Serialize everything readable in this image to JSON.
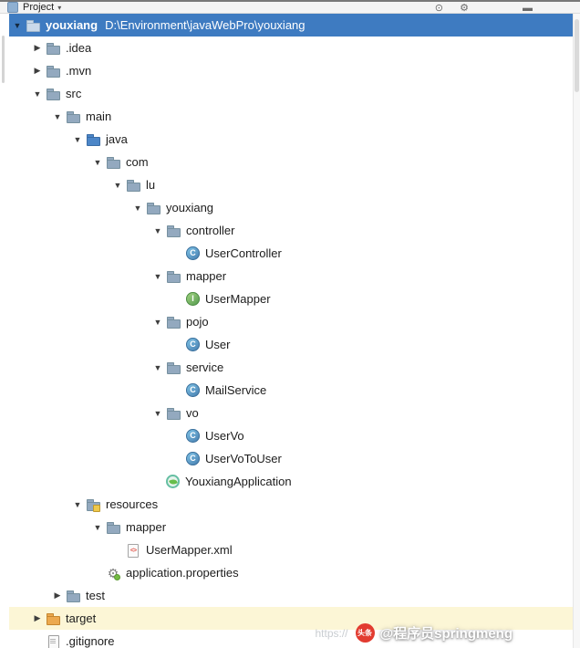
{
  "header": {
    "title": "Project",
    "caret_glyph": "▾",
    "icons": {
      "locate": "⊙",
      "settings": "⚙",
      "hide": "▬"
    }
  },
  "selection": {
    "name": "youxiang",
    "path": "D:\\Environment\\javaWebPro\\youxiang"
  },
  "icon_glyphs": {
    "expanded": "▼",
    "collapsed": "▶",
    "class": "C",
    "interface": "I"
  },
  "colors": {
    "selection_bg": "#3E7BC1",
    "excluded_row_bg": "#FCF6D6",
    "badge_red": "#E23B30",
    "folder_blue": "#4C86C8",
    "folder_orange": "#ECA94E"
  },
  "tree": [
    {
      "label": "youxiang",
      "path": "D:\\Environment\\javaWebPro\\youxiang",
      "indent": 0,
      "arrow": "expanded",
      "icon": "folder",
      "selected": true
    },
    {
      "label": ".idea",
      "indent": 1,
      "arrow": "collapsed",
      "icon": "folder"
    },
    {
      "label": ".mvn",
      "indent": 1,
      "arrow": "collapsed",
      "icon": "folder"
    },
    {
      "label": "src",
      "indent": 1,
      "arrow": "expanded",
      "icon": "folder"
    },
    {
      "label": "main",
      "indent": 2,
      "arrow": "expanded",
      "icon": "folder"
    },
    {
      "label": "java",
      "indent": 3,
      "arrow": "expanded",
      "icon": "folder-java"
    },
    {
      "label": "com",
      "indent": 4,
      "arrow": "expanded",
      "icon": "folder"
    },
    {
      "label": "lu",
      "indent": 5,
      "arrow": "expanded",
      "icon": "folder"
    },
    {
      "label": "youxiang",
      "indent": 6,
      "arrow": "expanded",
      "icon": "folder"
    },
    {
      "label": "controller",
      "indent": 7,
      "arrow": "expanded",
      "icon": "folder"
    },
    {
      "label": "UserController",
      "indent": 8,
      "arrow": "none",
      "icon": "class"
    },
    {
      "label": "mapper",
      "indent": 7,
      "arrow": "expanded",
      "icon": "folder"
    },
    {
      "label": "UserMapper",
      "indent": 8,
      "arrow": "none",
      "icon": "interface"
    },
    {
      "label": "pojo",
      "indent": 7,
      "arrow": "expanded",
      "icon": "folder"
    },
    {
      "label": "User",
      "indent": 8,
      "arrow": "none",
      "icon": "class"
    },
    {
      "label": "service",
      "indent": 7,
      "arrow": "expanded",
      "icon": "folder"
    },
    {
      "label": "MailService",
      "indent": 8,
      "arrow": "none",
      "icon": "class"
    },
    {
      "label": "vo",
      "indent": 7,
      "arrow": "expanded",
      "icon": "folder"
    },
    {
      "label": "UserVo",
      "indent": 8,
      "arrow": "none",
      "icon": "class"
    },
    {
      "label": "UserVoToUser",
      "indent": 8,
      "arrow": "none",
      "icon": "class"
    },
    {
      "label": "YouxiangApplication",
      "indent": 7,
      "arrow": "none",
      "icon": "spring-boot"
    },
    {
      "label": "resources",
      "indent": 3,
      "arrow": "expanded",
      "icon": "folder-resources"
    },
    {
      "label": "mapper",
      "indent": 4,
      "arrow": "expanded",
      "icon": "folder"
    },
    {
      "label": "UserMapper.xml",
      "indent": 5,
      "arrow": "none",
      "icon": "xml"
    },
    {
      "label": "application.properties",
      "indent": 4,
      "arrow": "none",
      "icon": "properties"
    },
    {
      "label": "test",
      "indent": 2,
      "arrow": "collapsed",
      "icon": "folder"
    },
    {
      "label": "target",
      "indent": 1,
      "arrow": "collapsed",
      "icon": "folder-target",
      "highlighted": true
    },
    {
      "label": ".gitignore",
      "indent": 1,
      "arrow": "none",
      "icon": "gitignore"
    }
  ],
  "watermark": {
    "url_text": "https://",
    "badge": "头条",
    "handle": "@程序员springmeng"
  }
}
